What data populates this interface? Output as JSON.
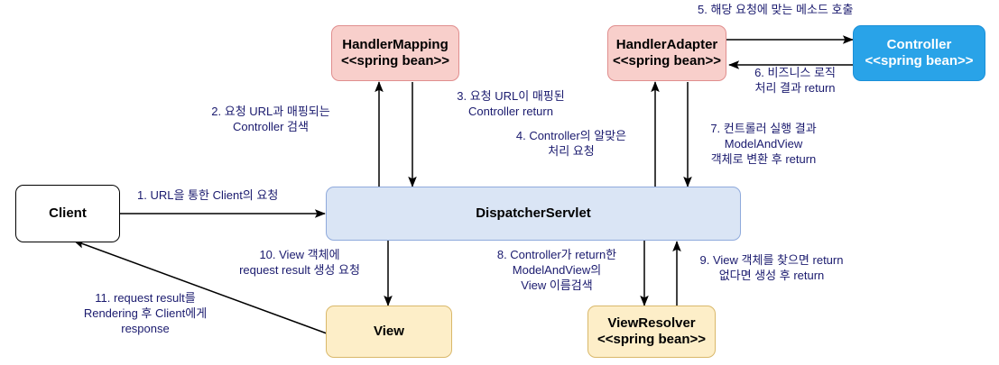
{
  "diagram": {
    "title": "Spring MVC DispatcherServlet request flow",
    "colors": {
      "pink_fill": "#f8cfcb",
      "pink_stroke": "#e08e8e",
      "blue_fill": "#29a3e8",
      "blue_stroke": "#1a8fd8",
      "lightblue_fill": "#dae5f5",
      "lightblue_stroke": "#8faadc",
      "yellow_fill": "#fdeec8",
      "yellow_stroke": "#d9b86a",
      "white_fill": "#ffffff",
      "black_stroke": "#000000",
      "label_text": "#1a1a6e",
      "arrow": "#000000"
    },
    "nodes": {
      "client": {
        "line1": "Client"
      },
      "handler_mapping": {
        "line1": "HandlerMapping",
        "line2": "<<spring bean>>"
      },
      "handler_adapter": {
        "line1": "HandlerAdapter",
        "line2": "<<spring bean>>"
      },
      "controller": {
        "line1": "Controller",
        "line2": "<<spring bean>>"
      },
      "dispatcher_servlet": {
        "line1": "DispatcherServlet"
      },
      "view": {
        "line1": "View"
      },
      "view_resolver": {
        "line1": "ViewResolver",
        "line2": "<<spring bean>>"
      }
    },
    "edge_labels": {
      "step1": {
        "line1": "1. URL을 통한 Client의 요청"
      },
      "step2": {
        "line1": "2. 요청 URL과 매핑되는",
        "line2": "Controller 검색"
      },
      "step3": {
        "line1": "3. 요청 URL이 매핑된",
        "line2": "Controller return"
      },
      "step4": {
        "line1": "4. Controller의 알맞은",
        "line2": "처리 요청"
      },
      "step5": {
        "line1": "5. 해당 요청에 맞는 메소드 호출"
      },
      "step6": {
        "line1": "6. 비즈니스 로직",
        "line2": "처리 결과 return"
      },
      "step7": {
        "line1": "7. 컨트롤러 실행 결과",
        "line2": "ModelAndView",
        "line3": "객체로 변환 후 return"
      },
      "step8": {
        "line1": "8. Controller가 return한",
        "line2": "ModelAndView의",
        "line3": "View 이름검색"
      },
      "step9": {
        "line1": "9. View 객체를 찾으면 return",
        "line2": "없다면 생성 후 return"
      },
      "step10": {
        "line1": "10. View 객체에",
        "line2": "request result 생성 요청"
      },
      "step11": {
        "line1": "11. request result를",
        "line2": "Rendering 후 Client에게",
        "line3": "response"
      }
    }
  }
}
